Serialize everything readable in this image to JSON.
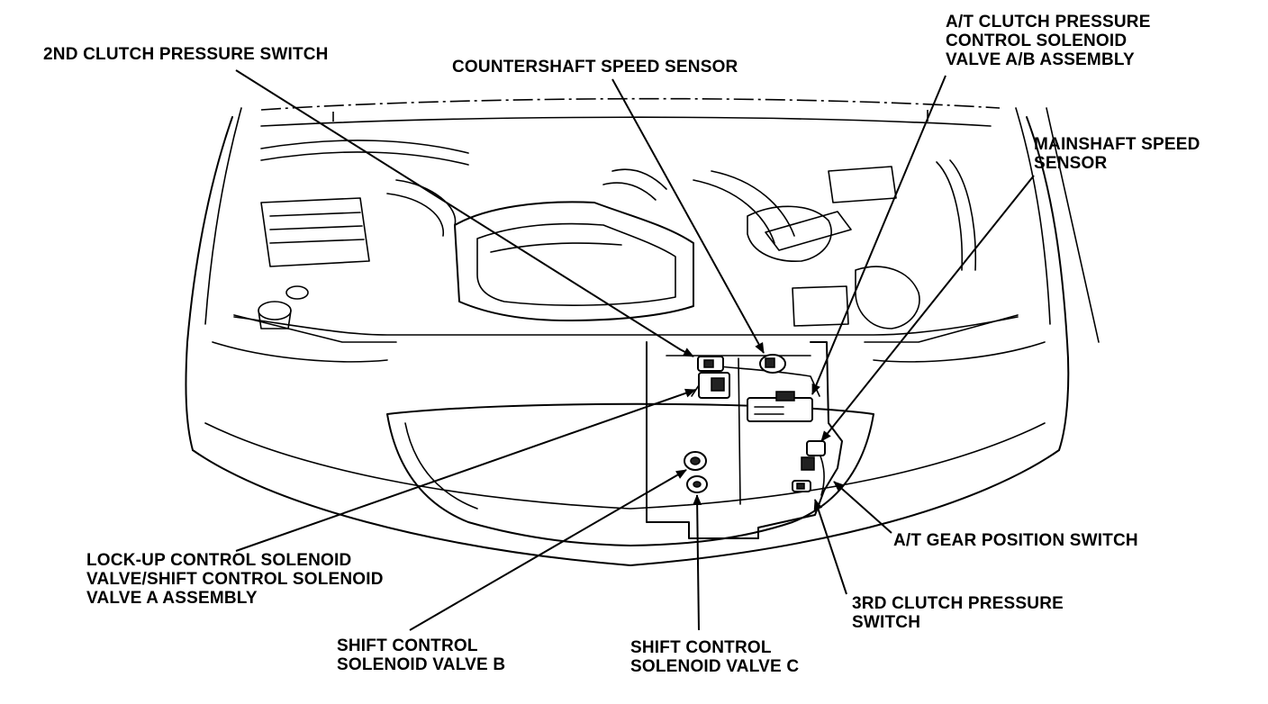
{
  "labels": {
    "second_clutch_pressure_switch": [
      "2ND CLUTCH PRESSURE SWITCH"
    ],
    "countershaft_speed_sensor": [
      "COUNTERSHAFT SPEED SENSOR"
    ],
    "at_clutch_pressure_control_solenoid": [
      "A/T CLUTCH PRESSURE",
      "CONTROL SOLENOID",
      "VALVE A/B ASSEMBLY"
    ],
    "mainshaft_speed_sensor": [
      "MAINSHAFT SPEED",
      "SENSOR"
    ],
    "at_gear_position_switch": [
      "A/T GEAR POSITION SWITCH"
    ],
    "third_clutch_pressure_switch": [
      "3RD CLUTCH PRESSURE",
      "SWITCH"
    ],
    "lockup_control_solenoid": [
      "LOCK-UP CONTROL SOLENOID",
      "VALVE/SHIFT CONTROL SOLENOID",
      "VALVE A ASSEMBLY"
    ],
    "shift_control_solenoid_b": [
      "SHIFT CONTROL",
      "SOLENOID VALVE B"
    ],
    "shift_control_solenoid_c": [
      "SHIFT CONTROL",
      "SOLENOID VALVE C"
    ]
  }
}
